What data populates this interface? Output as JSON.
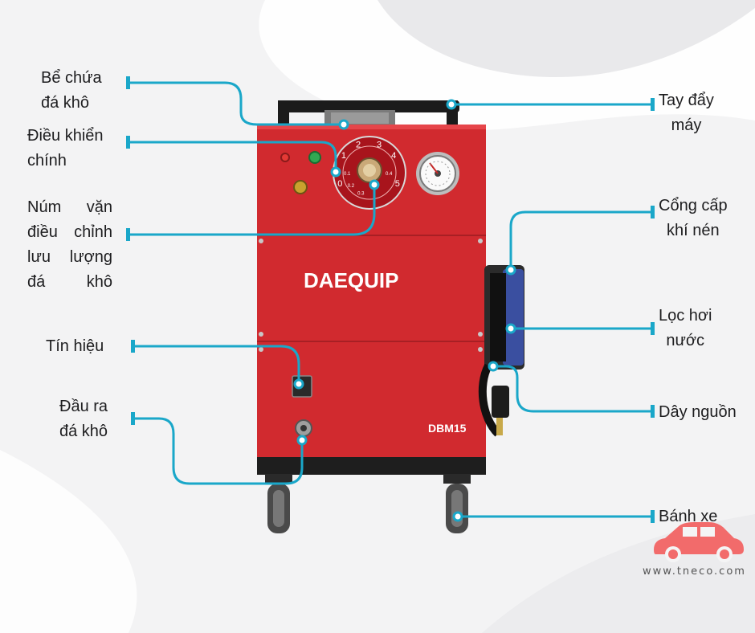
{
  "colors": {
    "accent": "#1aa7c9",
    "machine_red": "#d42a2f",
    "machine_dark": "#1c1c1c",
    "logo_pink": "#f26b6b"
  },
  "labels": {
    "be_chua": "Bể chứa\nđá khô",
    "dieu_khien": "Điều khiển\nchính",
    "num_van": "Núm vặn\nđiều chỉnh\nlưu lượng\nđá khô",
    "tin_hieu": "Tín hiệu",
    "dau_ra": "Đầu ra\nđá khô",
    "tay_day": "Tay đẩy\nmáy",
    "cong_cap": "Cổng cấp\nkhí nén",
    "loc_hoi": "Lọc hơi\nnước",
    "day_nguon": "Dây nguồn",
    "banh_xe": "Bánh xe"
  },
  "machine": {
    "brand_da": "DA",
    "brand_equip": "EQUIP",
    "model": "DBM15",
    "dial_numbers": [
      "0",
      "1",
      "2",
      "3",
      "4",
      "5"
    ],
    "dial_minor": [
      "0.1",
      "0.2",
      "0.3",
      "0.4"
    ]
  },
  "watermark": {
    "url": "www.tneco.com"
  }
}
